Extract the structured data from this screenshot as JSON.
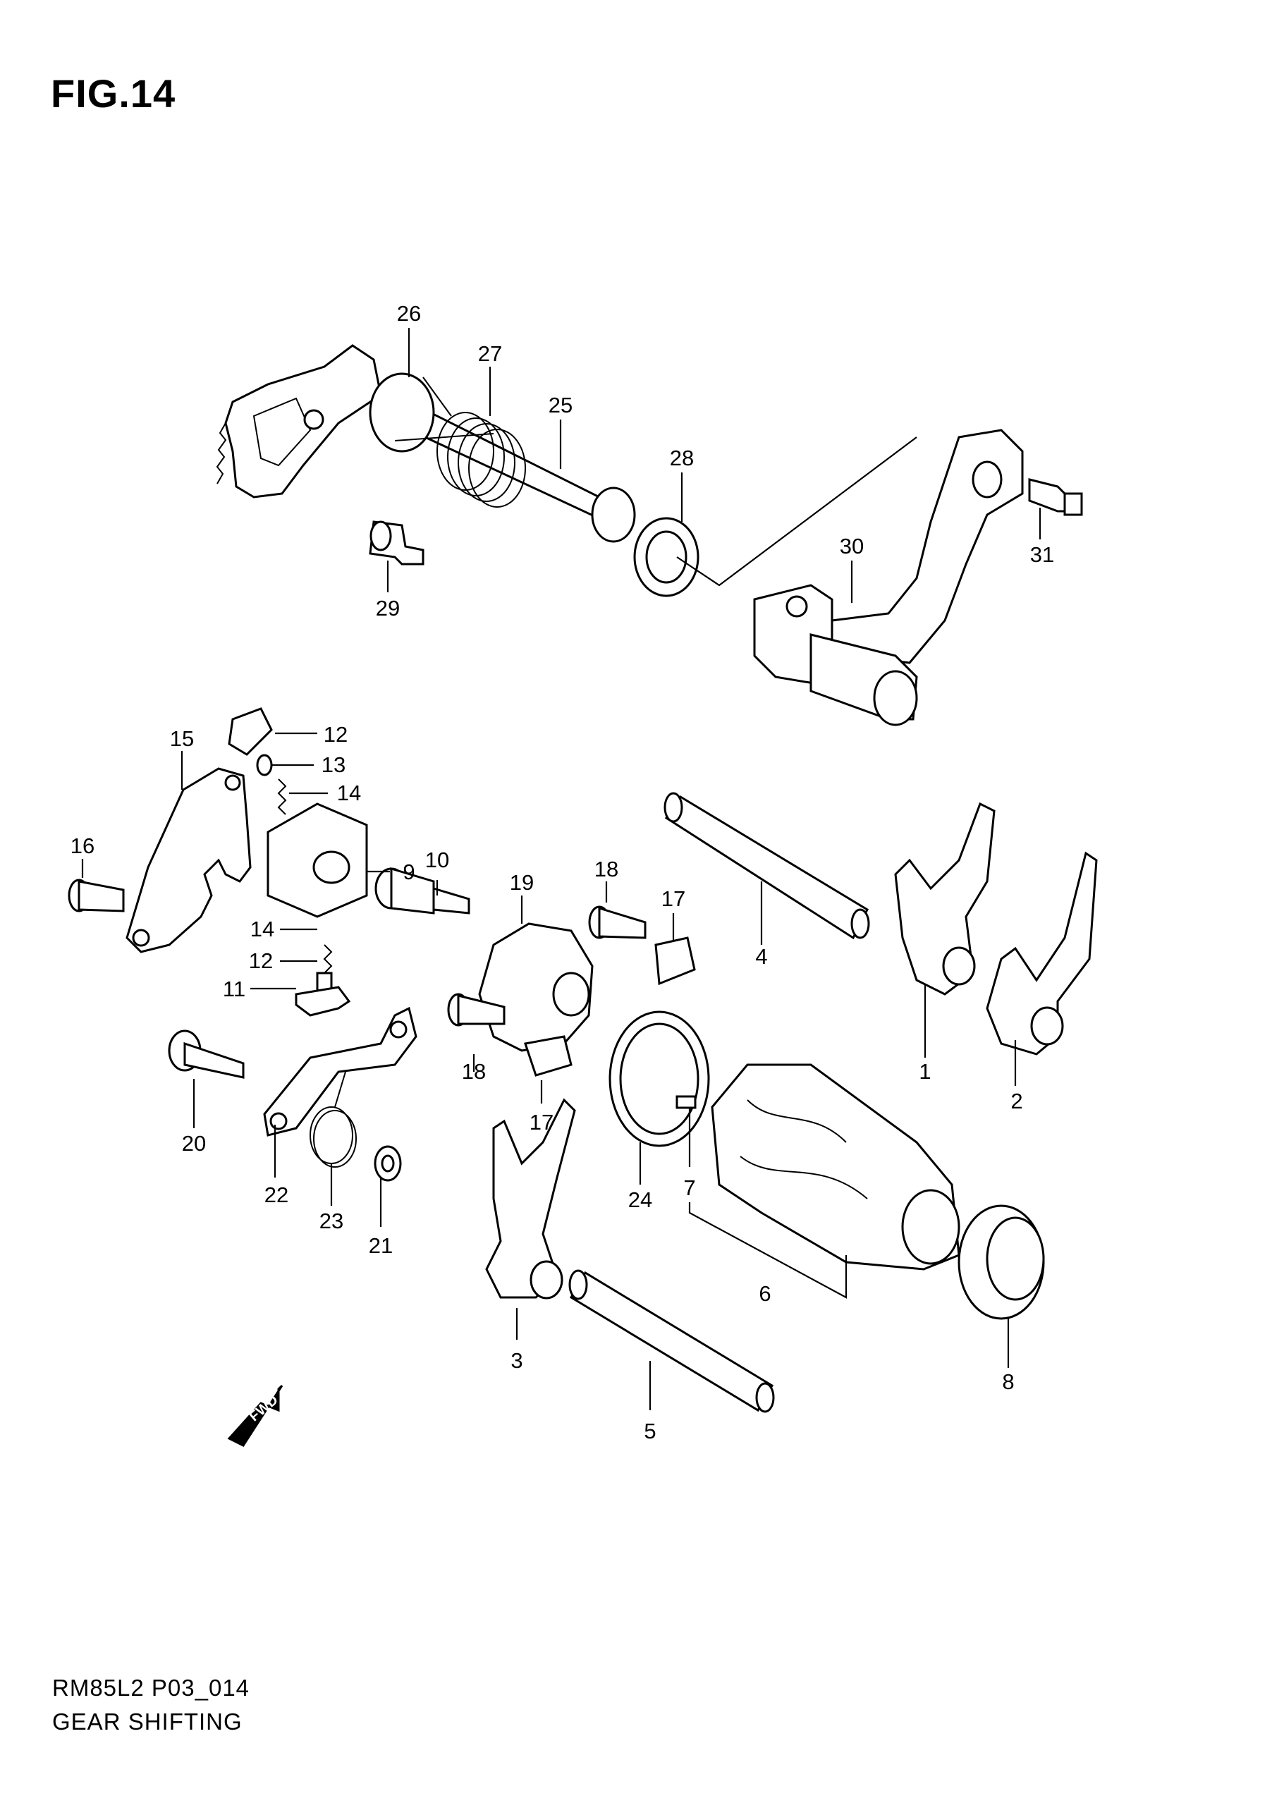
{
  "figure_title": "FIG.14",
  "footer": {
    "code": "RM85L2 P03_014",
    "caption": "GEAR SHIFTING"
  },
  "fwd_badge": "FWD",
  "callouts": [
    "1",
    "2",
    "3",
    "4",
    "5",
    "6",
    "7",
    "8",
    "9",
    "10",
    "11",
    "12",
    "12",
    "13",
    "14",
    "14",
    "15",
    "16",
    "17",
    "17",
    "18",
    "18",
    "19",
    "20",
    "21",
    "22",
    "23",
    "24",
    "25",
    "26",
    "27",
    "28",
    "29",
    "30",
    "31"
  ]
}
